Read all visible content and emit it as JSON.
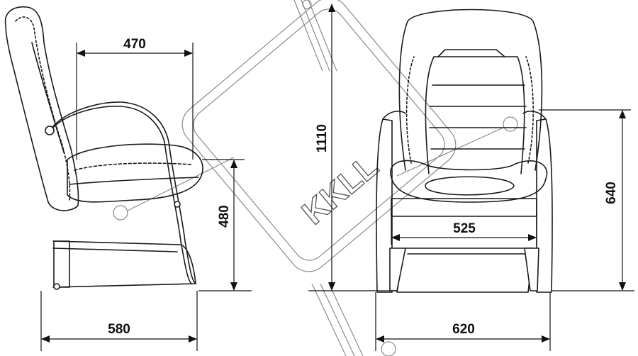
{
  "dimensions": {
    "seat_depth": "470",
    "seat_height": "480",
    "total_depth": "580",
    "total_height": "1110",
    "armrest_height": "640",
    "inner_width": "525",
    "total_width": "620"
  },
  "watermark": {
    "text": "KKLL"
  },
  "colors": {
    "ink": "#1a1a1a",
    "watermark": "#8a8a8a"
  }
}
